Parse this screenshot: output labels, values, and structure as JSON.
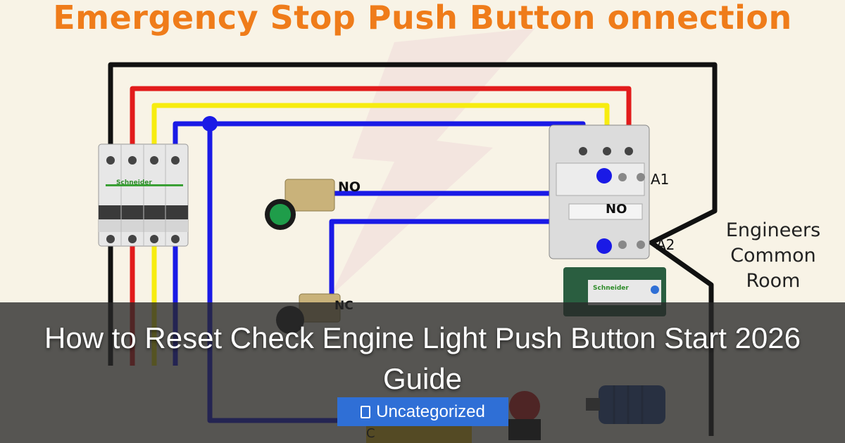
{
  "diagram": {
    "title": "Emergency Stop Push Button onnection",
    "labels": {
      "no_button": "NO",
      "nc_button": "NC",
      "contactor_no": "NO",
      "a1": "A1",
      "a2": "A2",
      "partial_c": "C",
      "breaker_brand": "Schneider",
      "overload_brand": "Schneider"
    },
    "watermark_lines": [
      "Engineers",
      "Common",
      "Room"
    ],
    "wire_colors": {
      "black": "#111111",
      "red": "#e21b1b",
      "yellow": "#f7ec10",
      "blue": "#1a1ae6"
    }
  },
  "article": {
    "headline": "How to Reset Check Engine Light Push Button Start 2026 Guide",
    "category_label": "Uncategorized",
    "category_icon": "folder-icon"
  }
}
